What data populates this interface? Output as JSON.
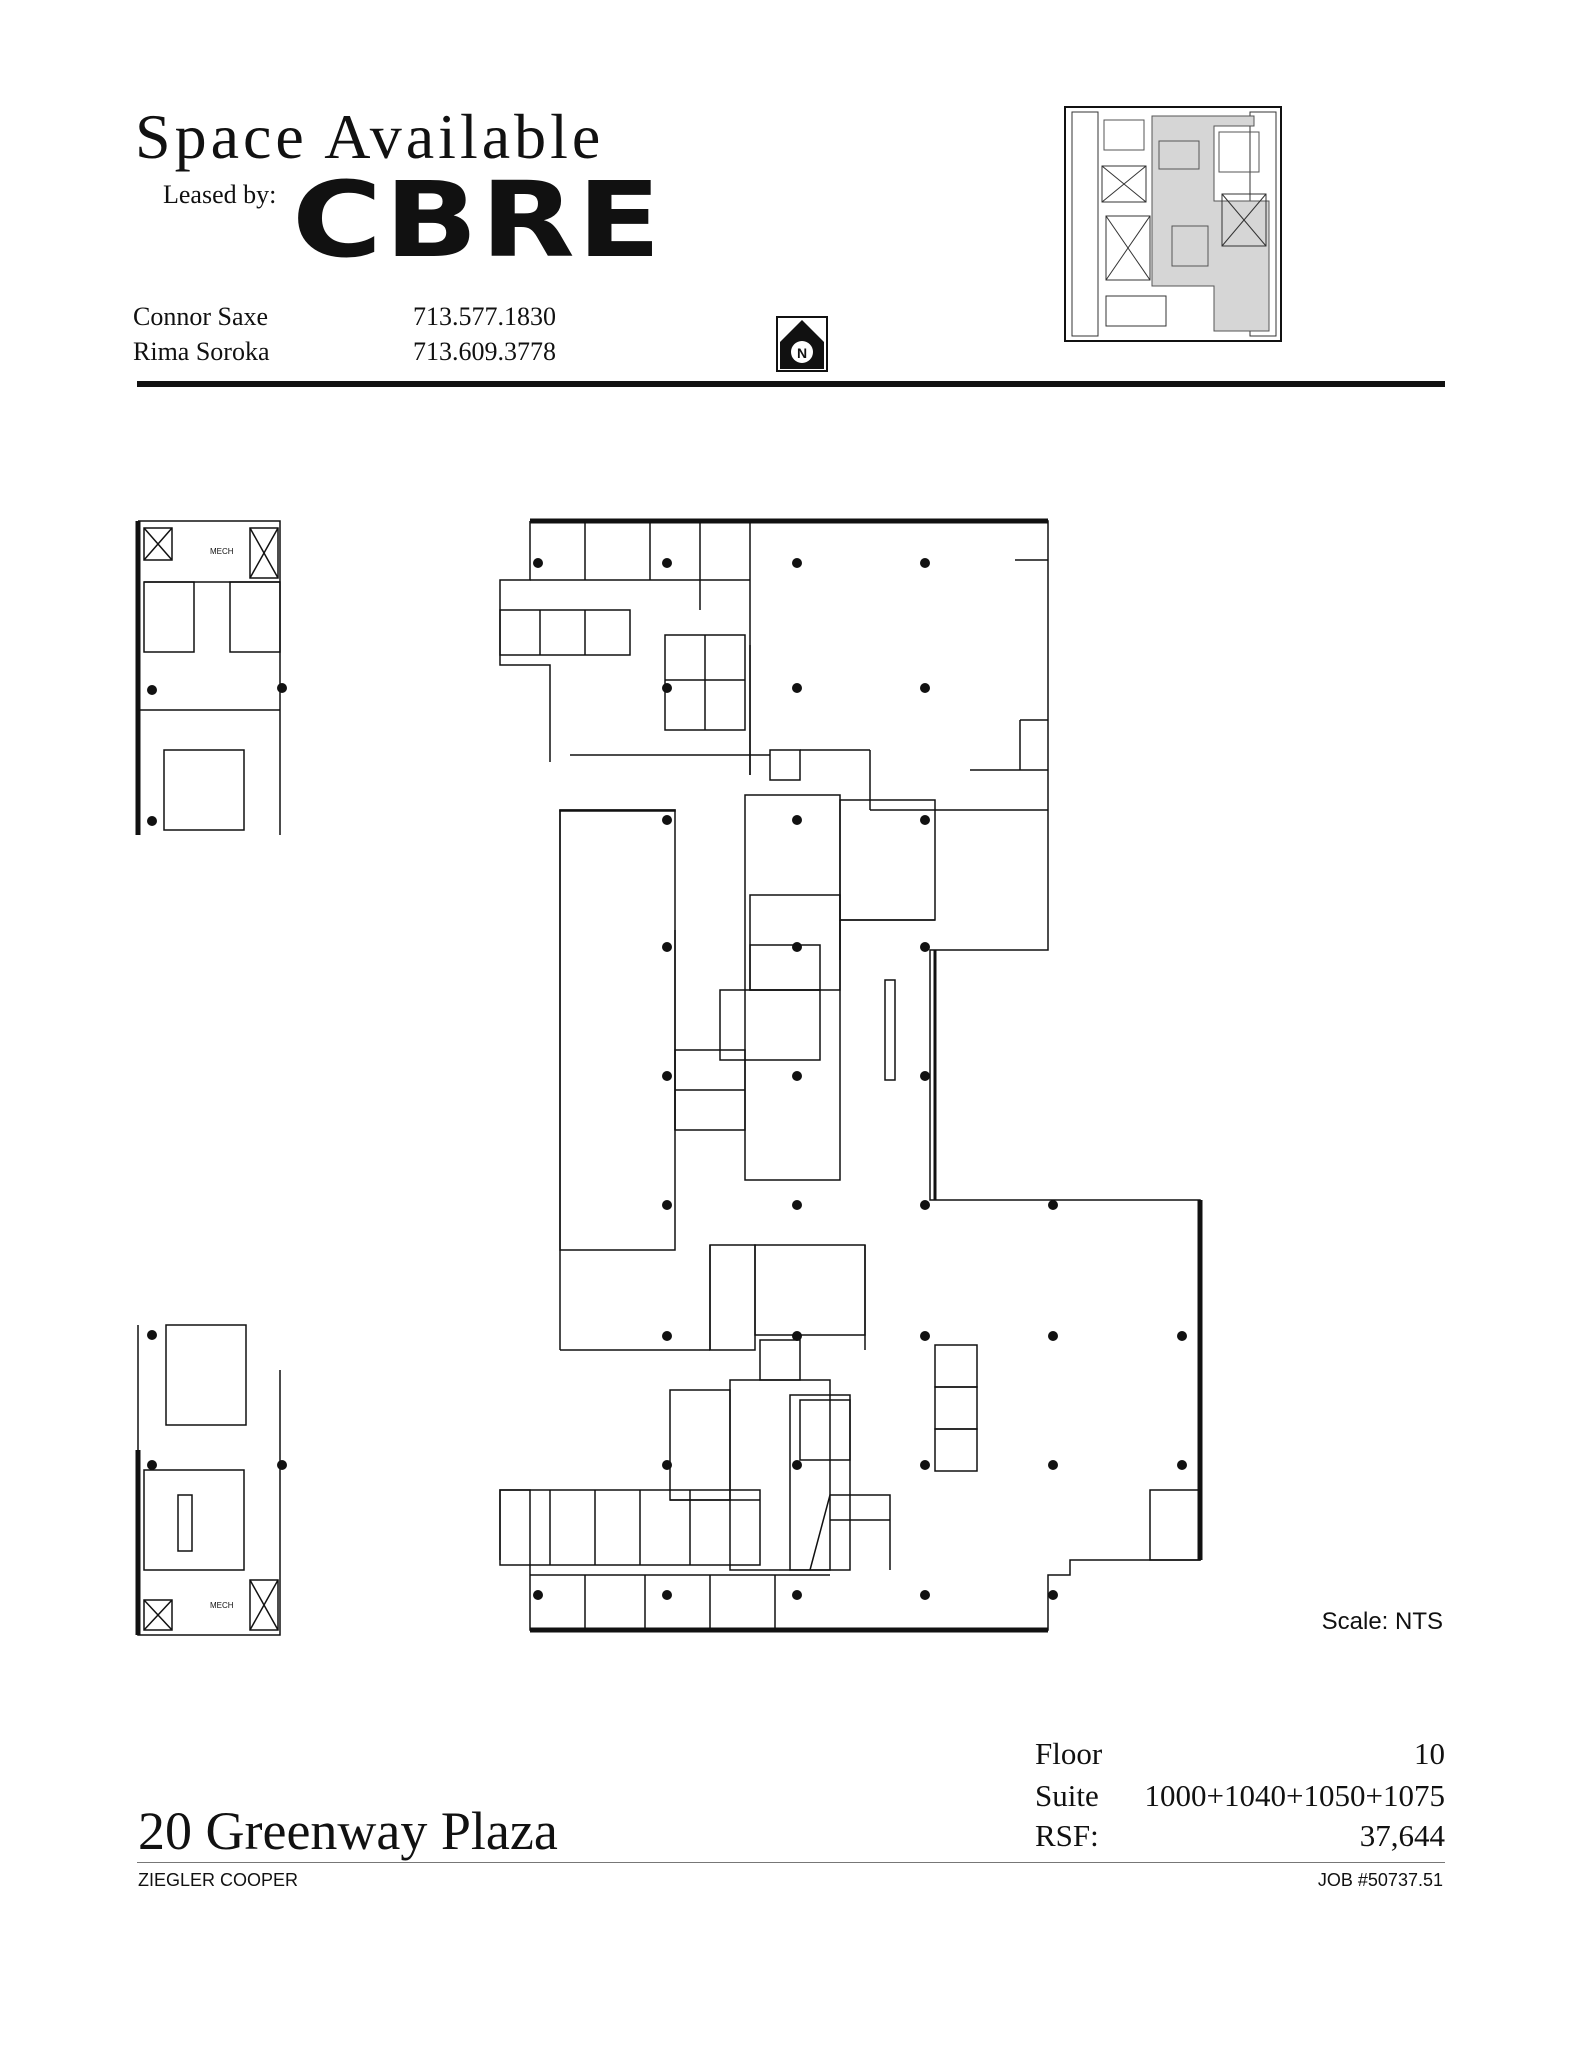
{
  "header": {
    "title": "Space Available",
    "leased_by": "Leased by:",
    "logo_text": "CBRE"
  },
  "contacts": [
    {
      "name": "Connor Saxe",
      "phone": "713.577.1830"
    },
    {
      "name": "Rima Soroka",
      "phone": "713.609.3778"
    }
  ],
  "north_arrow": {
    "label": "N",
    "icon": "north-arrow-icon"
  },
  "key_plan": {
    "icon": "key-plan-thumbnail"
  },
  "floor_plan": {
    "room_labels": [
      "MECH",
      "MECH"
    ],
    "scale": "Scale: NTS"
  },
  "building": {
    "name": "20 Greenway Plaza"
  },
  "suite_info": {
    "floor_label": "Floor",
    "floor_value": "10",
    "suite_label": "Suite",
    "suite_value": "1000+1040+1050+1075",
    "rsf_label": "RSF:",
    "rsf_value": "37,644"
  },
  "footer": {
    "architect": "ZIEGLER COOPER",
    "job": "JOB #50737.51"
  },
  "colors": {
    "ink": "#111111",
    "shade": "#d6d6d6"
  }
}
